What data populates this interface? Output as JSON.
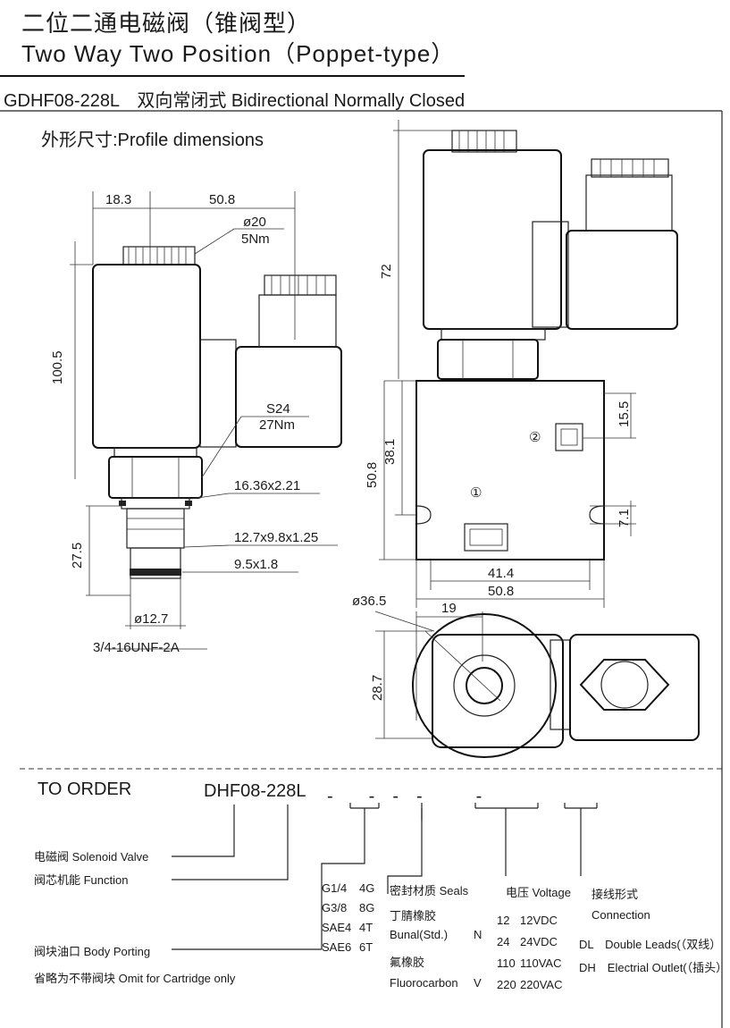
{
  "header": {
    "title_cn": "二位二通电磁阀（锥阀型）",
    "title_en": "Two Way Two Position（Poppet-type）",
    "model_line": "GDHF08-228L　双向常闭式 Bidirectional Normally Closed"
  },
  "profile": {
    "label": "外形尺寸:Profile dimensions"
  },
  "dimensions": {
    "d18_3": "18.3",
    "d50_8_top": "50.8",
    "d20": "ø20",
    "nm5": "5Nm",
    "d100_5": "100.5",
    "s24": "S24",
    "nm27": "27Nm",
    "d16_36": "16.36x2.21",
    "d27_5": "27.5",
    "d12_7x9_8": "12.7x9.8x1.25",
    "d9_5": "9.5x1.8",
    "d12_7": "ø12.7",
    "thread": "3/4-16UNF-2A",
    "d72": "72",
    "d15_5": "15.5",
    "d38_1": "38.1",
    "d50_8_side": "50.8",
    "d7_1": "7.1",
    "d41_4": "41.4",
    "d50_8_bottom": "50.8",
    "port2": "②",
    "port1": "①",
    "d36_5": "ø36.5",
    "d19": "19",
    "d28_7": "28.7"
  },
  "order": {
    "title": "TO ORDER",
    "code": "DHF08-228L",
    "dashes": "-　　-　-　-　　　-",
    "solenoid": "电磁阀 Solenoid Valve",
    "function": "阀芯机能 Function",
    "porting": "阀块油口 Body Porting",
    "omit": "省略为不带阀块 Omit for Cartridge only",
    "ports": [
      {
        "a": "G1/4",
        "b": "4G"
      },
      {
        "a": "G3/8",
        "b": "8G"
      },
      {
        "a": "SAE4",
        "b": "4T"
      },
      {
        "a": "SAE6",
        "b": "6T"
      }
    ],
    "seals_title": "密封材质 Seals",
    "seal1_cn": "丁腈橡胶",
    "seal1_en": "Bunal(Std.)",
    "seal1_code": "N",
    "seal2_cn": "氟橡胶",
    "seal2_en": "Fluorocarbon",
    "seal2_code": "V",
    "voltage_title": "电压 Voltage",
    "voltages": [
      {
        "code": "12",
        "label": "12VDC"
      },
      {
        "code": "24",
        "label": "24VDC"
      },
      {
        "code": "110",
        "label": "110VAC"
      },
      {
        "code": "220",
        "label": "220VAC"
      }
    ],
    "conn_title_cn": "接线形式",
    "conn_title_en": "Connection",
    "conn1": "DL　Double Leads(（双线）",
    "conn2": "DH　Electrial Outlet(（插头）"
  }
}
